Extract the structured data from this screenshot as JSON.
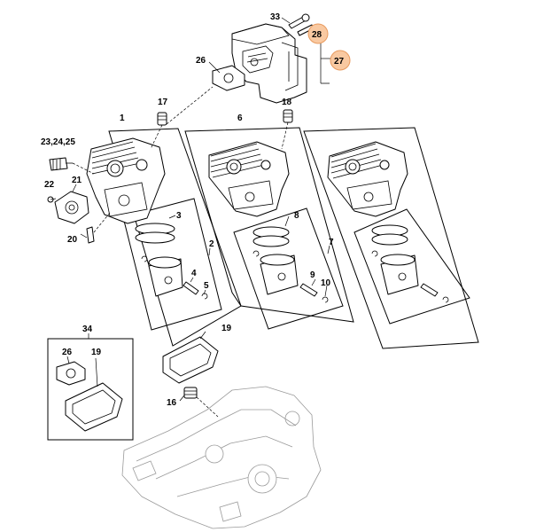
{
  "colors": {
    "highlight_fill": "#f9c9a1",
    "highlight_stroke": "#e89a5e",
    "line": "#000000",
    "faint_line": "#9a9a9a"
  },
  "labels": {
    "p33": "33",
    "p28": "28",
    "p27": "27",
    "p26_top": "26",
    "p17": "17",
    "p18": "18",
    "p1": "1",
    "p6": "6",
    "p23_24_25": "23,24,25",
    "p22": "22",
    "p21": "21",
    "p20": "20",
    "p3": "3",
    "p2": "2",
    "p4": "4",
    "p5": "5",
    "p8": "8",
    "p7": "7",
    "p9": "9",
    "p10": "10",
    "p34": "34",
    "p26_kit": "26",
    "p19_kit": "19",
    "p19": "19",
    "p16": "16"
  },
  "highlighted": [
    "p28",
    "p27"
  ]
}
